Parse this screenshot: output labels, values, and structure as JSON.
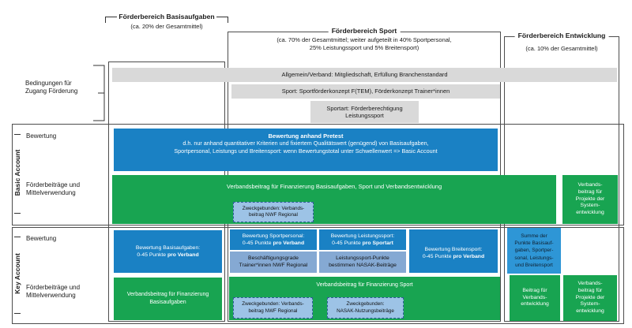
{
  "colors": {
    "blue": "#1a81c4",
    "summe_blue": "#2e96d6",
    "light_blue": "#85a9d3",
    "pale_blue_dashed": "#9dc3e6",
    "green": "#18a451",
    "gray_bar": "#d9d9d9"
  },
  "header": {
    "columns": [
      {
        "title": "Förderbereich Basisaufgaben",
        "subtitle": "(ca. 20% der Gesamtmittel)"
      },
      {
        "title": "Förderbereich Sport",
        "subtitle": "(ca. 70% der Gesamtmittel; weiter aufgeteilt in 40% Sportpersonal,\n25% Leistungssport und 5% Breitensport)"
      },
      {
        "title": "Förderbereich Entwicklung",
        "subtitle": "(ca. 10% der Gesamtmittel)"
      }
    ]
  },
  "conditions": {
    "label": "Bedingungen für\nZugang Förderung",
    "bar_allgemein": "Allgemein/Verband: Mitgliedschaft, Erfüllung Branchenstandard",
    "bar_sport": "Sport: Sportförderkonzept F(TEM), Förderkonzept Trainer*innen",
    "bar_sportart": "Sportart: Förderberechtigung\nLeistungssport"
  },
  "rows": {
    "bewertung": "Bewertung",
    "foerderbeitraege": "Förderbeiträge und\nMittelverwendung"
  },
  "basic_account": {
    "label": "Basic Account",
    "pretest_title": "Bewertung anhand Pretest",
    "pretest_body": "d.h. nur anhand quantitativer Kriterien und fixiertem Qualitätswert (genügend) von Basisaufgaben,\nSportpersonal, Leistungs und Breitensport: wenn Bewertungstotal unter Schwellenwert => Basic Account",
    "verbandsbeitrag_main": "Verbandsbeitrag für Finanzierung Basisaufgaben, Sport und Verbandsentwicklung",
    "zweck_nwf": "Zweckgebunden: Verbands-\nbeitrag NWF Regional",
    "systementwicklung": "Verbands-\nbeitrag für\nProjekte der\nSystem-\nentwicklung"
  },
  "key_account": {
    "label": "Key Account",
    "bewertung_basisaufgaben": {
      "title": "Bewertung Basisaufgaben:",
      "points": "0-45 Punkte",
      "bold": "pro Verband"
    },
    "bewertung_sportpersonal": {
      "title": "Bewertung Sportpersonal:",
      "points": "0-45 Punkte",
      "bold": "pro Verband"
    },
    "bewertung_leistungssport": {
      "title": "Bewertung Leistungssport:",
      "points": "0-45 Punkte",
      "bold": "pro Sportart"
    },
    "bewertung_breitensport": {
      "title": "Bewertung Breitensport:",
      "points": "0-45 Punkte",
      "bold": "pro Verband"
    },
    "beschaeftigungsgrade": "Beschäftigungsgrade\nTrainer*innen NWF Regional",
    "nasak_punkte": "Leistungssport-Punkte\nbestimmen NASAK-Beiträge",
    "summe": "Summe der\nPunkte Basisauf-\ngaben, Sportper-\nsonal, Leistungs-\nund Breitensport",
    "finanzierung_basisaufgaben": "Verbandsbeitrag für Finanzierung\nBasisaufgaben",
    "finanzierung_sport": "Verbandsbeitrag für Finanzierung Sport",
    "zweck_nwf": "Zweckgebunden: Verbands-\nbeitrag NWF Regional",
    "zweck_nasak": "Zweckgebunden:\nNASAK-Nutzungsbeiträge",
    "beitrag_verbandsentwicklung": "Beitrag für\nVerbands-\nentwicklung",
    "systementwicklung": "Verbands-\nbeitrag für\nProjekte der\nSystem-\nentwicklung"
  }
}
